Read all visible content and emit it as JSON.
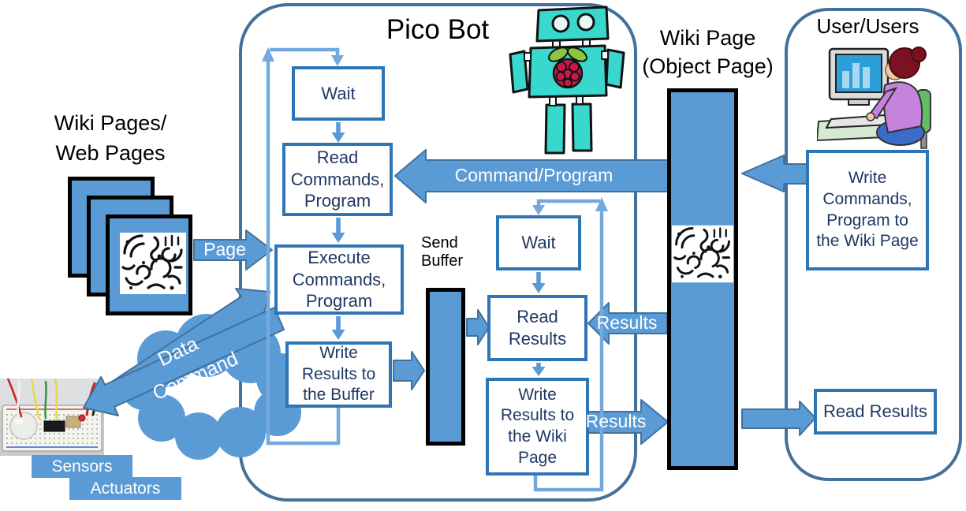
{
  "left_side": {
    "stack_title_lines": [
      "Wiki Pages/",
      "Web Pages"
    ],
    "page_arrow_label": "Page",
    "data_arrow_label": "Data",
    "command_arrow_label": "Command",
    "sensors_label": "Sensors",
    "actuators_label": "Actuators"
  },
  "pico_bot": {
    "title": "Pico Bot",
    "command_loop": {
      "wait_label": "Wait",
      "read_lines": [
        "Read",
        "Commands,",
        "Program"
      ],
      "execute_lines": [
        "Execute",
        "Commands,",
        "Program"
      ],
      "write_lines": [
        "Write",
        "Results to",
        "the Buffer"
      ]
    },
    "send_buffer_label_lines": [
      "Send",
      "Buffer"
    ],
    "results_loop": {
      "wait_label": "Wait",
      "read_lines": [
        "Read",
        "Results"
      ],
      "write_lines": [
        "Write",
        "Results to",
        "the Wiki",
        "Page"
      ]
    },
    "command_program_arrow_label": "Command/Program",
    "results_to_bot_arrow_label": "Results",
    "results_to_wiki_arrow_label": "Results"
  },
  "wiki_page": {
    "title_lines": [
      "Wiki Page",
      "(Object Page)"
    ]
  },
  "user_side": {
    "title": "User/Users",
    "write_commands_lines": [
      "Write",
      "Commands,",
      "Program to",
      "the Wiki Page"
    ],
    "read_results_label": "Read Results"
  },
  "colors": {
    "arrow_blue": "#5B9BD5",
    "loop_blue": "#74A9DE",
    "box_border_blue": "#2E75B6",
    "box_text_navy": "#1F3864",
    "container_border": "#41719C",
    "page_fill": "#5B9BD5",
    "robot_teal": "#38D8CE",
    "raspberry_red": "#C51A4A",
    "title_black": "#000000"
  },
  "icons": {
    "robot": "robot-mascot-icon",
    "person": "user-at-computer-icon",
    "code_pattern": "code-pattern-image",
    "breadboard": "sensors-breadboard-photo"
  }
}
